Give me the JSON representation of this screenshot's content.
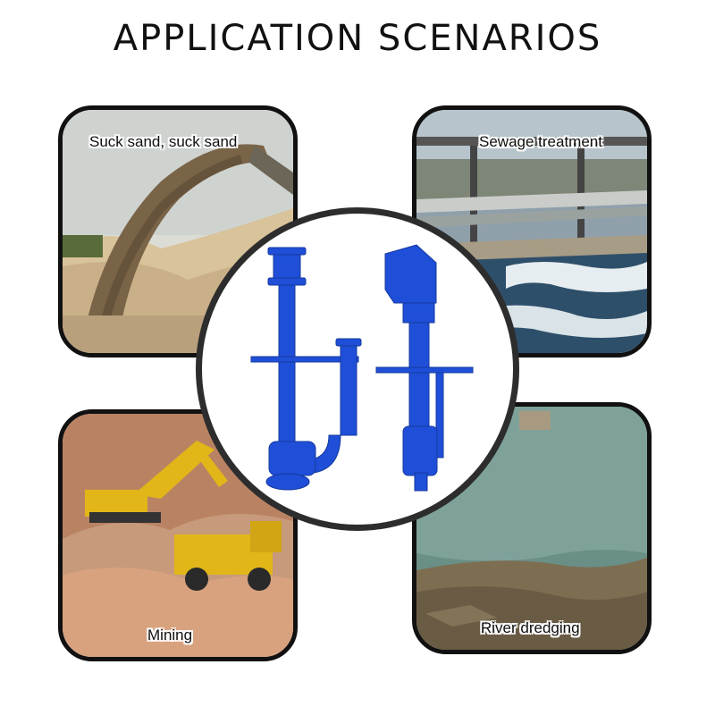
{
  "title": "APPLICATION SCENARIOS",
  "scenarios": [
    {
      "label": "Suck sand, suck sand"
    },
    {
      "label": "Sewage treatment"
    },
    {
      "label": "Mining"
    },
    {
      "label": "River dredging"
    }
  ],
  "colors": {
    "pump_blue": "#1f4fd8",
    "frame": "#111111",
    "circle_border": "#2d2d2d"
  }
}
